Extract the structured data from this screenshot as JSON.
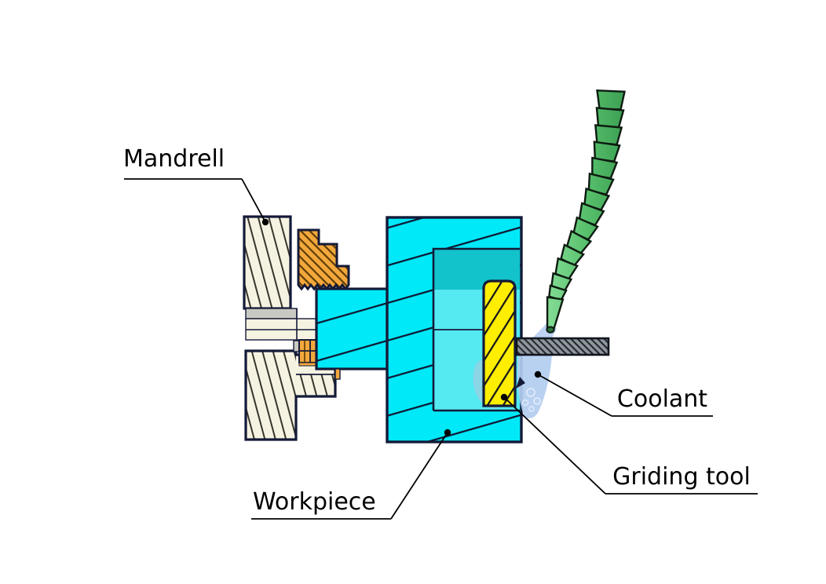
{
  "diagram": {
    "type": "technical-section-drawing",
    "labels": {
      "mandrel": "Mandrell",
      "workpiece": "Workpiece",
      "coolant": "Coolant",
      "grinding_tool": "Griding tool"
    },
    "colors": {
      "outline_navy": "#141a38",
      "workpiece_cyan": "#00e9f8",
      "cavity_teal_dark": "#12c3cb",
      "cavity_teal_light": "#55e9f2",
      "grinding_tool_yellow": "#ffee00",
      "chuck_jaw_orange": "#f4a83c",
      "mandrel_cream": "#f6f2e2",
      "spacer_gray": "#c9c9c3",
      "tool_bar_gray": "#8f969c",
      "hose_green": "#57c06c",
      "coolant_blue": "#b3cdf0"
    }
  }
}
